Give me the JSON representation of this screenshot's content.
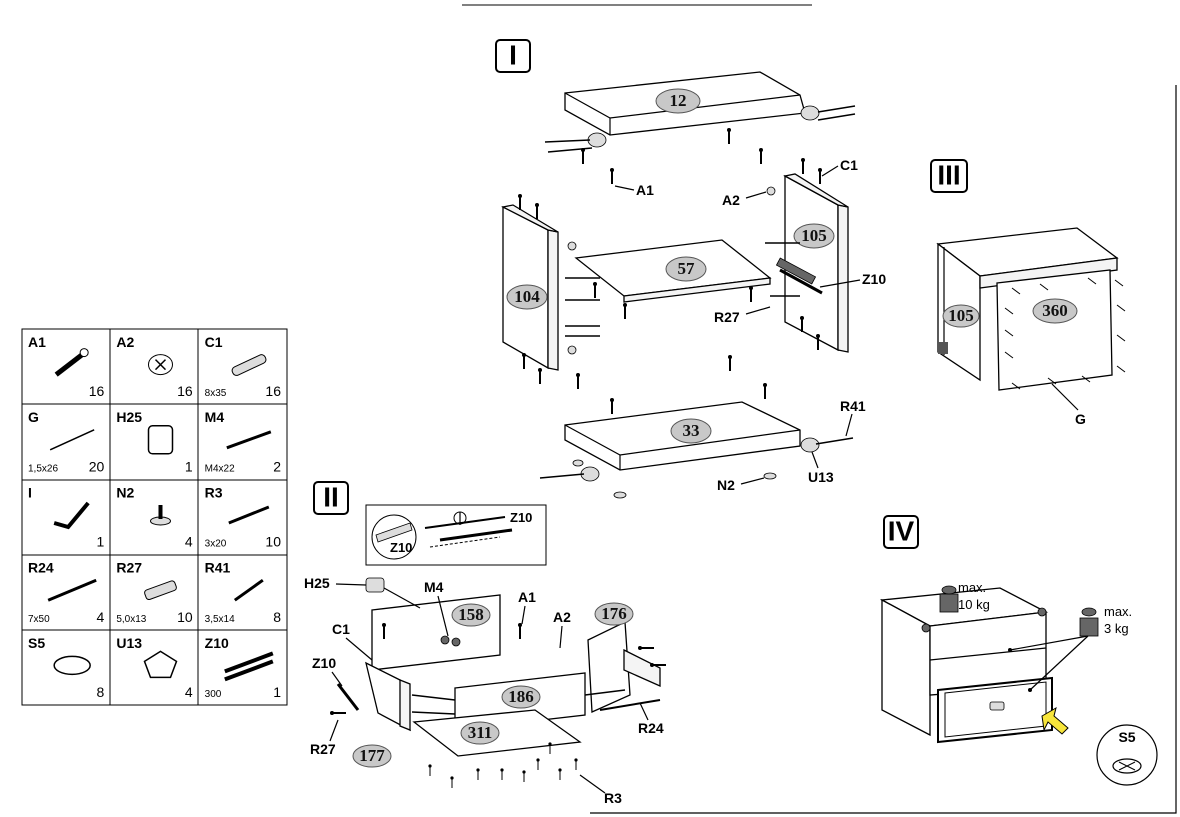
{
  "steps": {
    "s1": "I",
    "s2": "II",
    "s3": "III",
    "s4": "IV"
  },
  "panels": {
    "p12": "12",
    "p104": "104",
    "p57": "57",
    "p105": "105",
    "p33": "33",
    "p105b": "105",
    "p360": "360",
    "p158": "158",
    "p176": "176",
    "p186": "186",
    "p177": "177",
    "p311": "311"
  },
  "callouts": {
    "a1": "A1",
    "a2": "A2",
    "c1": "C1",
    "z10": "Z10",
    "r27": "R27",
    "r41": "R41",
    "u13": "U13",
    "n2": "N2",
    "g": "G",
    "h25": "H25",
    "m4": "M4",
    "a1b": "A1",
    "a2b": "A2",
    "c1b": "C1",
    "z10b": "Z10",
    "r27b": "R27",
    "r24": "R24",
    "r3": "R3",
    "z10c": "Z10",
    "z10d": "Z10",
    "s5": "S5"
  },
  "load_notes": {
    "top_max": "max.",
    "top_load": "10 kg",
    "shelf_max": "max.",
    "shelf_load": "3 kg"
  },
  "parts": [
    {
      "code": "A1",
      "spec": "",
      "qty": "16",
      "icon": "cam-bolt-icon"
    },
    {
      "code": "A2",
      "spec": "",
      "qty": "16",
      "icon": "cam-lock-icon"
    },
    {
      "code": "C1",
      "spec": "8x35",
      "qty": "16",
      "icon": "dowel-icon"
    },
    {
      "code": "G",
      "spec": "1,5x26",
      "qty": "20",
      "icon": "nail-icon"
    },
    {
      "code": "H25",
      "spec": "",
      "qty": "1",
      "icon": "hanger-bracket-icon"
    },
    {
      "code": "M4",
      "spec": "M4x22",
      "qty": "2",
      "icon": "machine-screw-icon"
    },
    {
      "code": "I",
      "spec": "",
      "qty": "1",
      "icon": "allen-key-icon"
    },
    {
      "code": "N2",
      "spec": "",
      "qty": "4",
      "icon": "glide-foot-icon"
    },
    {
      "code": "R3",
      "spec": "3x20",
      "qty": "10",
      "icon": "wood-screw-icon"
    },
    {
      "code": "R24",
      "spec": "7x50",
      "qty": "4",
      "icon": "long-screw-icon"
    },
    {
      "code": "R27",
      "spec": "5,0x13",
      "qty": "10",
      "icon": "euro-screw-icon"
    },
    {
      "code": "R41",
      "spec": "3,5x14",
      "qty": "8",
      "icon": "small-screw-icon"
    },
    {
      "code": "S5",
      "spec": "",
      "qty": "8",
      "icon": "felt-pad-icon"
    },
    {
      "code": "U13",
      "spec": "",
      "qty": "4",
      "icon": "corner-connector-icon"
    },
    {
      "code": "Z10",
      "spec": "300",
      "qty": "1",
      "icon": "drawer-runner-icon"
    }
  ]
}
